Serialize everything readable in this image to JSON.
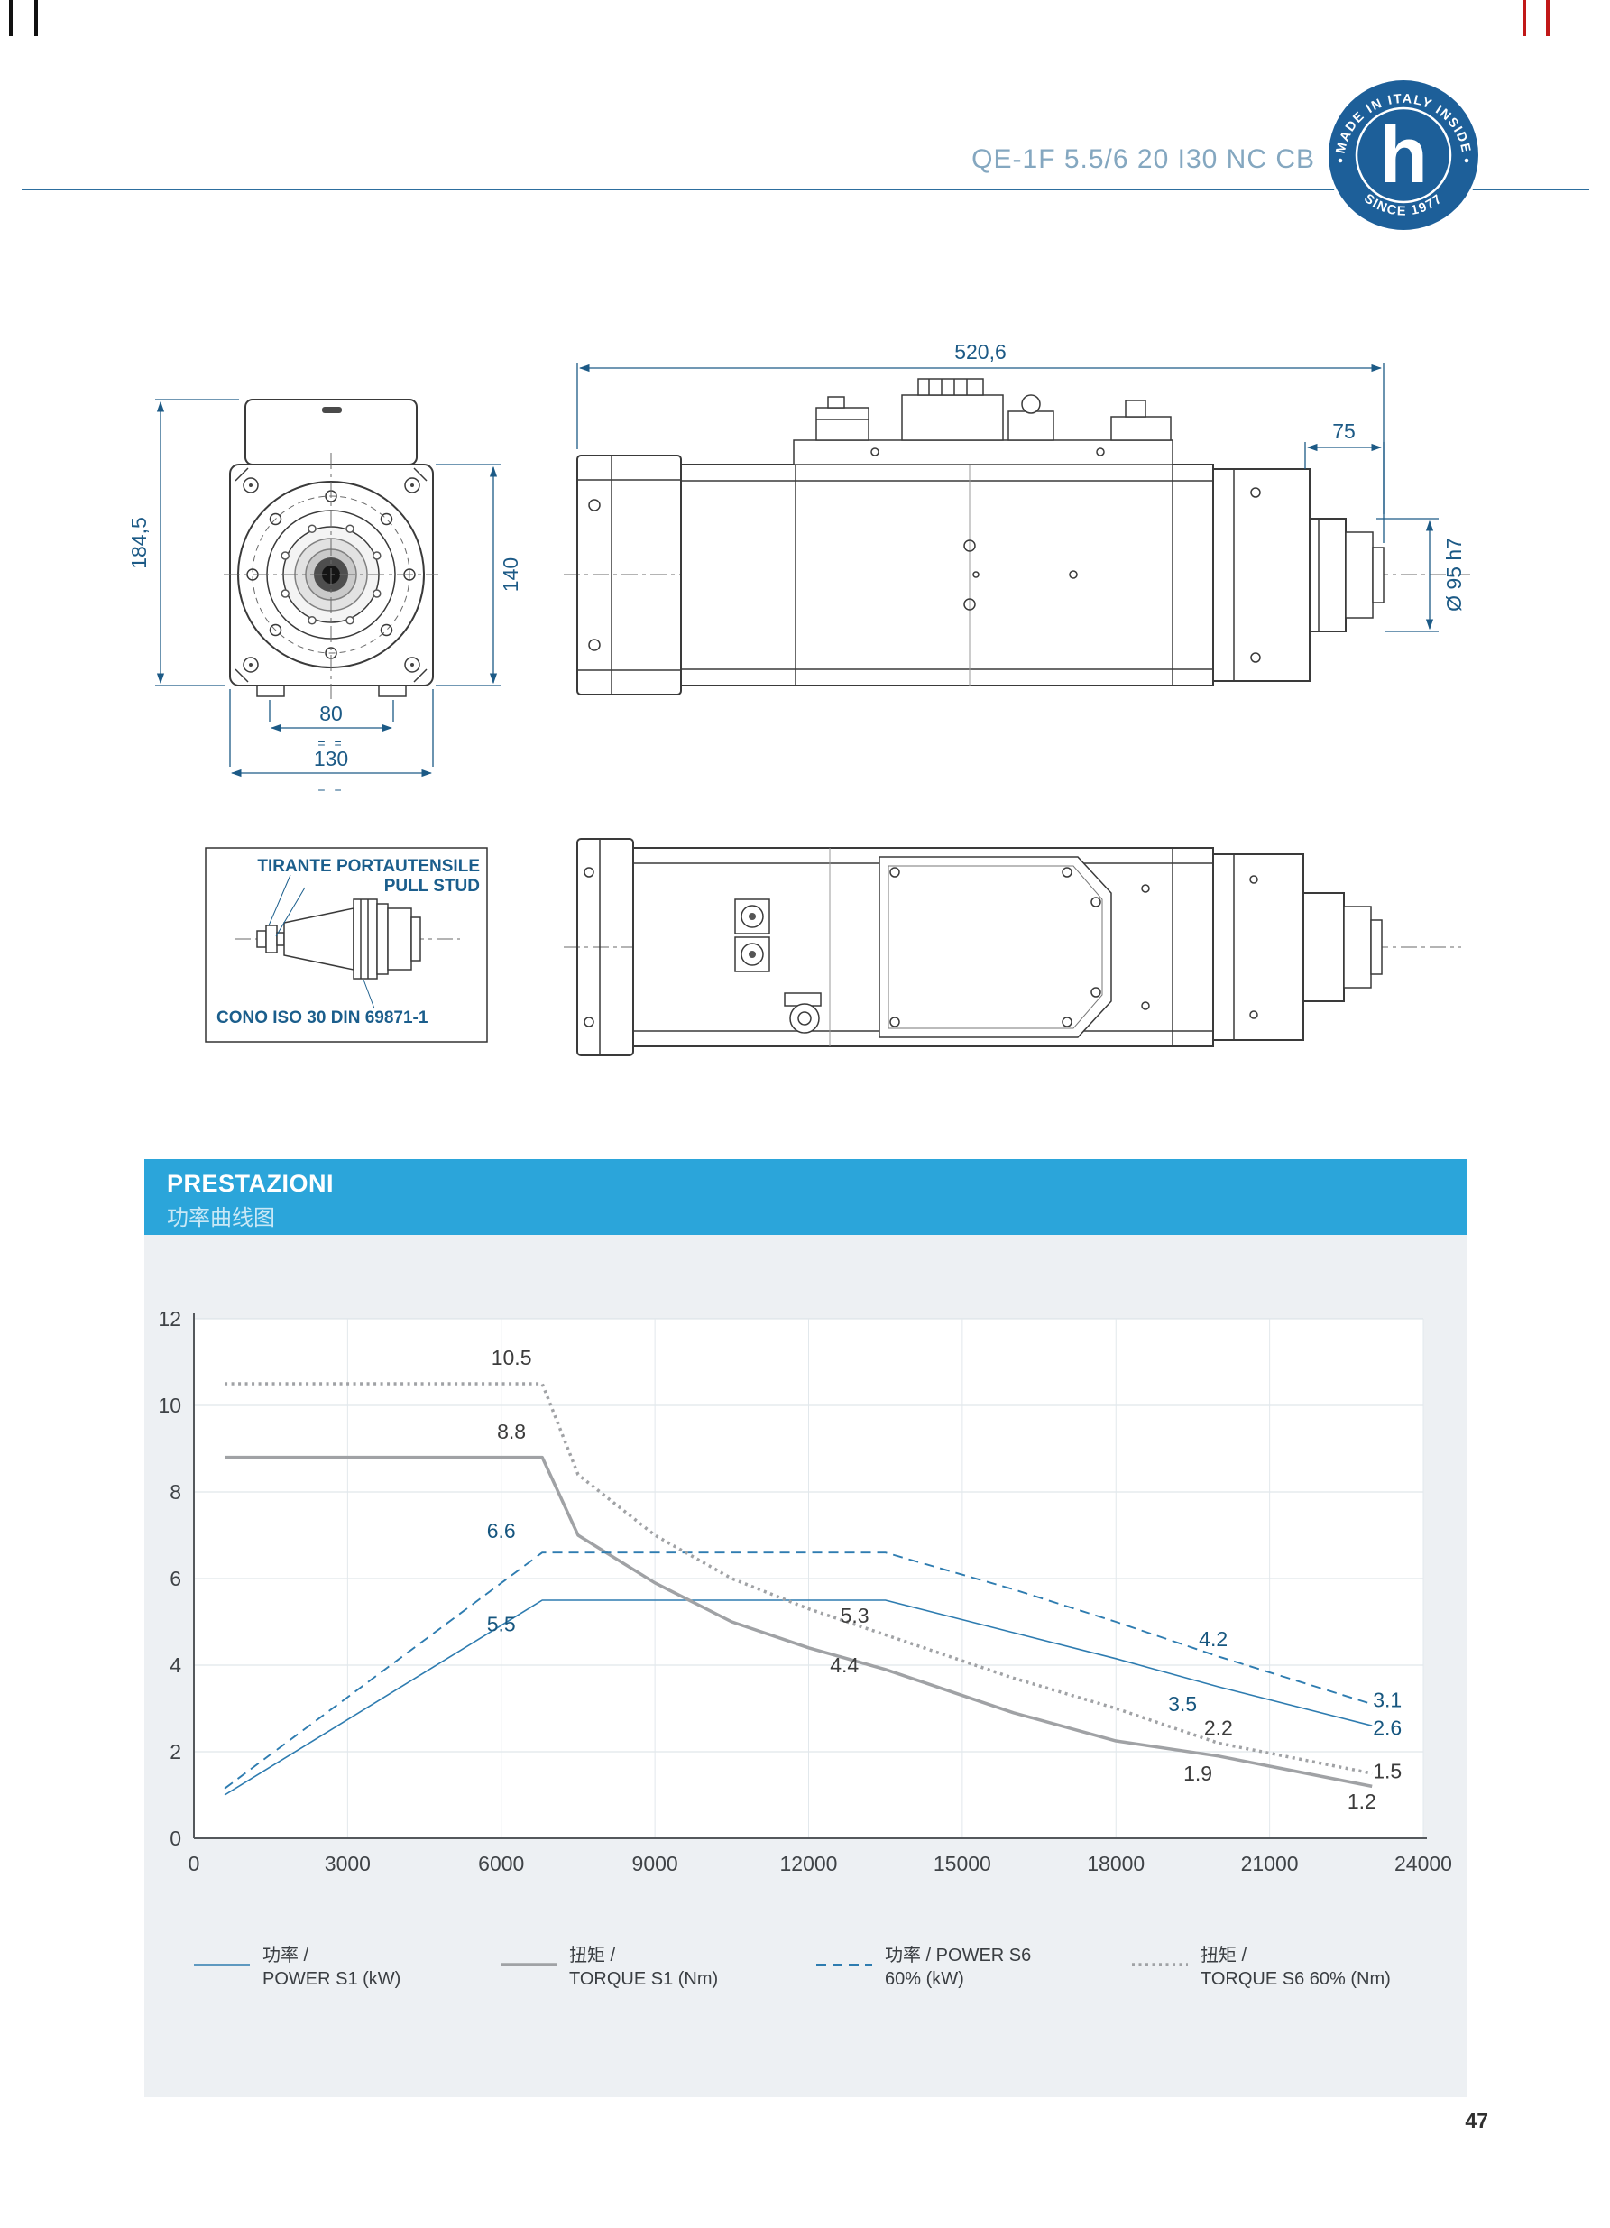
{
  "page": {
    "number": "47"
  },
  "header": {
    "title": "QE-1F 5.5/6 20 I30 NC CB",
    "badge": {
      "arc_top": "MADE IN ITALY INSIDE",
      "arc_bottom": "SINCE 1977",
      "monogram": "h"
    }
  },
  "drawings": {
    "front_view": {
      "dim_total_height": "184,5",
      "dim_body_height": "140",
      "dim_inner_width": "80",
      "dim_outer_width": "130",
      "centering_mark": "= ="
    },
    "side_view": {
      "dim_length": "520,6",
      "dim_nose_length": "75",
      "dim_shaft": "Ø 95 h7"
    },
    "tool_detail": {
      "pull_stud_label_it": "TIRANTE PORTAUTENSILE",
      "pull_stud_label_en": "PULL STUD",
      "cone_label": "CONO ISO 30 DIN 69871-1"
    }
  },
  "performance": {
    "header_title": "PRESTAZIONI",
    "header_subtitle": "功率曲线图"
  },
  "chart_data": {
    "type": "line",
    "title": "PRESTAZIONI / 功率曲线图",
    "xlabel": "",
    "ylabel": "",
    "xlim": [
      0,
      24000
    ],
    "ylim": [
      0,
      12
    ],
    "x_ticks": [
      0,
      3000,
      6000,
      9000,
      12000,
      15000,
      18000,
      21000,
      24000
    ],
    "y_ticks": [
      0,
      2,
      4,
      6,
      8,
      10,
      12
    ],
    "grid": true,
    "legend_position": "bottom",
    "series": [
      {
        "name": "POWER S1 (kW)",
        "legend_line1": "功率 /",
        "legend_line2": "POWER S1 (kW)",
        "style": "solid",
        "width": 1.6,
        "color": "#2e7cb0",
        "points": [
          [
            600,
            1.0
          ],
          [
            6800,
            5.5
          ],
          [
            13500,
            5.5
          ],
          [
            16000,
            4.75
          ],
          [
            18000,
            4.15
          ],
          [
            20000,
            3.5
          ],
          [
            23000,
            2.6
          ]
        ]
      },
      {
        "name": "TORQUE S1 (Nm)",
        "legend_line1": "扭矩 /",
        "legend_line2": "TORQUE S1 (Nm)",
        "style": "solid",
        "width": 3.5,
        "color": "#a0a2a5",
        "points": [
          [
            600,
            8.8
          ],
          [
            6800,
            8.8
          ],
          [
            7500,
            7.0
          ],
          [
            9000,
            5.9
          ],
          [
            10500,
            5.0
          ],
          [
            12000,
            4.4
          ],
          [
            13500,
            3.9
          ],
          [
            16000,
            2.9
          ],
          [
            18000,
            2.25
          ],
          [
            20000,
            1.9
          ],
          [
            21500,
            1.55
          ],
          [
            23000,
            1.2
          ]
        ]
      },
      {
        "name": "POWER S6 60% (kW)",
        "legend_line1": "功率 / POWER S6",
        "legend_line2": "60% (kW)",
        "style": "dashed",
        "width": 1.9,
        "color": "#2e7cb0",
        "points": [
          [
            600,
            1.15
          ],
          [
            6800,
            6.6
          ],
          [
            13500,
            6.6
          ],
          [
            16000,
            5.75
          ],
          [
            18000,
            5.0
          ],
          [
            20000,
            4.2
          ],
          [
            23000,
            3.1
          ]
        ]
      },
      {
        "name": "TORQUE S6 60% (Nm)",
        "legend_line1": "扭矩 /",
        "legend_line2": "TORQUE S6 60% (Nm)",
        "style": "dotted",
        "width": 3.5,
        "color": "#a0a2a5",
        "points": [
          [
            600,
            10.5
          ],
          [
            6800,
            10.5
          ],
          [
            7500,
            8.4
          ],
          [
            9000,
            7.0
          ],
          [
            10500,
            6.0
          ],
          [
            12000,
            5.3
          ],
          [
            13500,
            4.7
          ],
          [
            16000,
            3.7
          ],
          [
            18000,
            3.0
          ],
          [
            20000,
            2.2
          ],
          [
            21500,
            1.85
          ],
          [
            23000,
            1.5
          ]
        ]
      }
    ],
    "annotations": [
      {
        "text": "10.5",
        "x": 6200,
        "y": 11.1,
        "color": "#3c3c3c"
      },
      {
        "text": "8.8",
        "x": 6200,
        "y": 9.4,
        "color": "#3c3c3c"
      },
      {
        "text": "6.6",
        "x": 6000,
        "y": 7.1,
        "color": "#16567f"
      },
      {
        "text": "5.5",
        "x": 6000,
        "y": 4.95,
        "color": "#16567f"
      },
      {
        "text": "5.3",
        "x": 12900,
        "y": 5.15,
        "color": "#3c3c3c"
      },
      {
        "text": "4.4",
        "x": 12700,
        "y": 4.0,
        "color": "#3c3c3c"
      },
      {
        "text": "4.2",
        "x": 19900,
        "y": 4.6,
        "color": "#16567f"
      },
      {
        "text": "3.1",
        "x": 23300,
        "y": 3.2,
        "color": "#16567f"
      },
      {
        "text": "3.5",
        "x": 19300,
        "y": 3.1,
        "color": "#16567f"
      },
      {
        "text": "2.6",
        "x": 23300,
        "y": 2.55,
        "color": "#16567f"
      },
      {
        "text": "2.2",
        "x": 20000,
        "y": 2.55,
        "color": "#3c3c3c"
      },
      {
        "text": "1.5",
        "x": 23300,
        "y": 1.55,
        "color": "#3c3c3c"
      },
      {
        "text": "1.9",
        "x": 19600,
        "y": 1.5,
        "color": "#3c3c3c"
      },
      {
        "text": "1.2",
        "x": 22800,
        "y": 0.85,
        "color": "#3c3c3c"
      }
    ]
  }
}
